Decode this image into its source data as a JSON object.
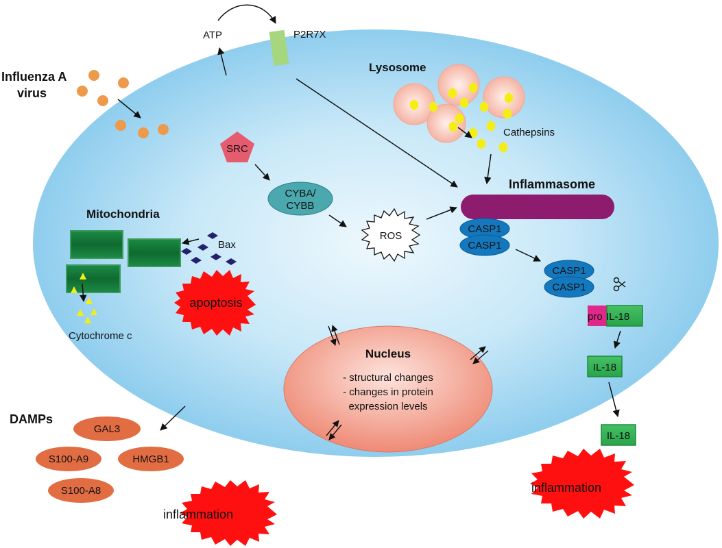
{
  "labels": {
    "atp": "ATP",
    "p2r7x": "P2R7X",
    "virus": [
      "Influenza A",
      "virus"
    ],
    "lysosome": "Lysosome",
    "cathepsins": "Cathepsins",
    "src": "SRC",
    "cyba": [
      "CYBA/",
      "CYBB"
    ],
    "inflammasome": "Inflammasome",
    "mitochondria": "Mitochondria",
    "bax": "Bax",
    "ros": "ROS",
    "casp1": "CASP1",
    "apoptosis": "apoptosis",
    "cytochrome": "Cytochrome c",
    "pro": "pro",
    "il18_tail": "IL-18",
    "il18": "IL-18",
    "nucleus": "Nucleus",
    "nucleus_lines": [
      "- structural changes",
      "- changes in protein",
      "expression levels"
    ],
    "damps": "DAMPs",
    "gal3": "GAL3",
    "s100a9": "S100-A9",
    "hmgb1": "HMGB1",
    "s100a8": "S100-A8",
    "inflammation": "inflammation"
  },
  "colors": {
    "cell_edge": "#8fcdee",
    "cell_center": "#eef8fd",
    "virus": "#ee9a4c",
    "lysosome": "#f7c1b4",
    "cathepsin": "#f5ee14",
    "src": "#e45c6e",
    "cyba": "#4aa8ae",
    "inflammasome": "#8e1c6e",
    "casp1": "#1478be",
    "mito": "#1e7a3e",
    "bax": "#23216e",
    "cytochrome": "#f5ee14",
    "burst": "#ff1010",
    "il18": "#3db85a",
    "pro": "#e0288a",
    "nucleus": "#f08a78",
    "damp": "#e26d43",
    "p2r7x": "#a6d77e"
  },
  "icons": [
    "scissors-icon"
  ]
}
